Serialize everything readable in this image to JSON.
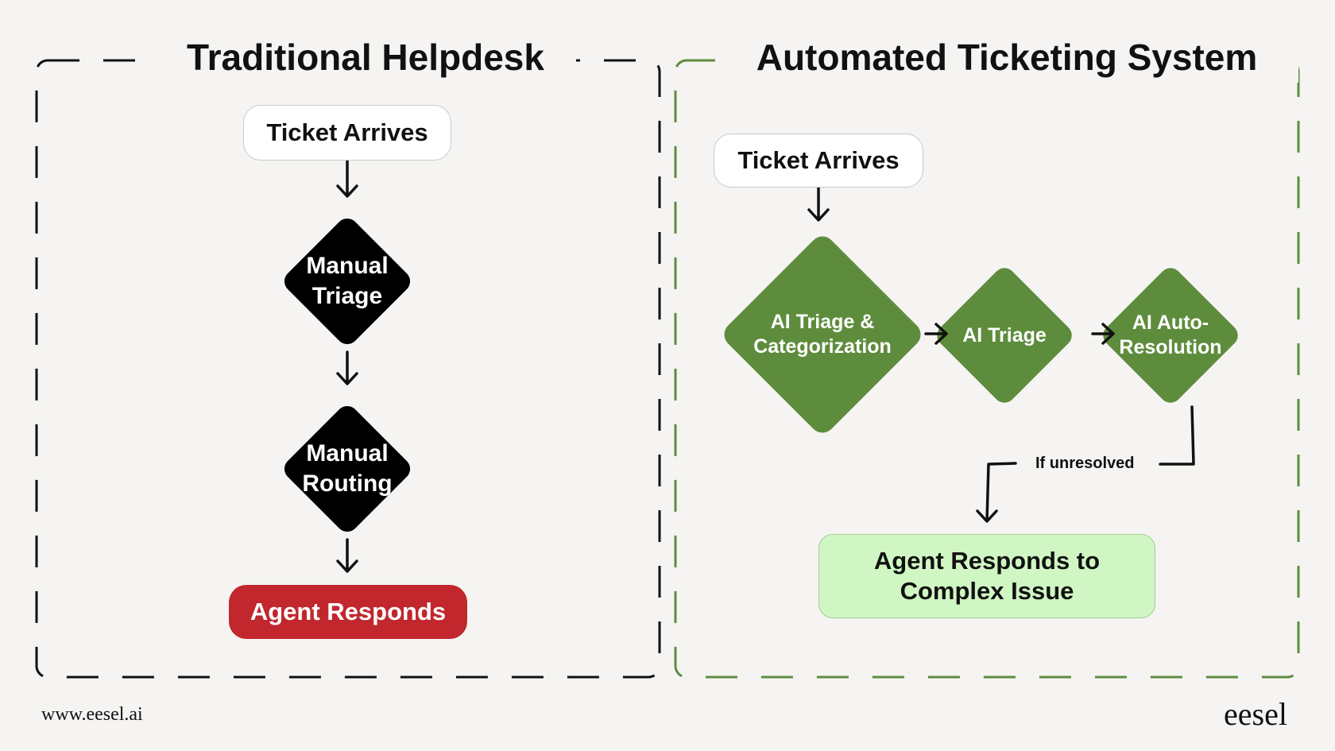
{
  "left_panel": {
    "title": "Traditional Helpdesk",
    "start": "Ticket Arrives",
    "step1": "Manual\nTriage",
    "step2": "Manual\nRouting",
    "end": "Agent Responds"
  },
  "right_panel": {
    "title": "Automated Ticketing System",
    "start": "Ticket Arrives",
    "step1": "AI Triage &\nCategorization",
    "step2": "AI Triage",
    "step3": "AI Auto-\nResolution",
    "branch_label": "If unresolved",
    "end": "Agent Responds to\nComplex Issue"
  },
  "footer": {
    "url": "www.eesel.ai",
    "brand": "eesel"
  },
  "colors": {
    "background": "#f5f4f2",
    "black_node": "#000000",
    "green_node": "#5e8c3d",
    "red_node": "#c1272d",
    "light_green_node": "#d0f7c3",
    "right_border": "#5e8c3d"
  }
}
